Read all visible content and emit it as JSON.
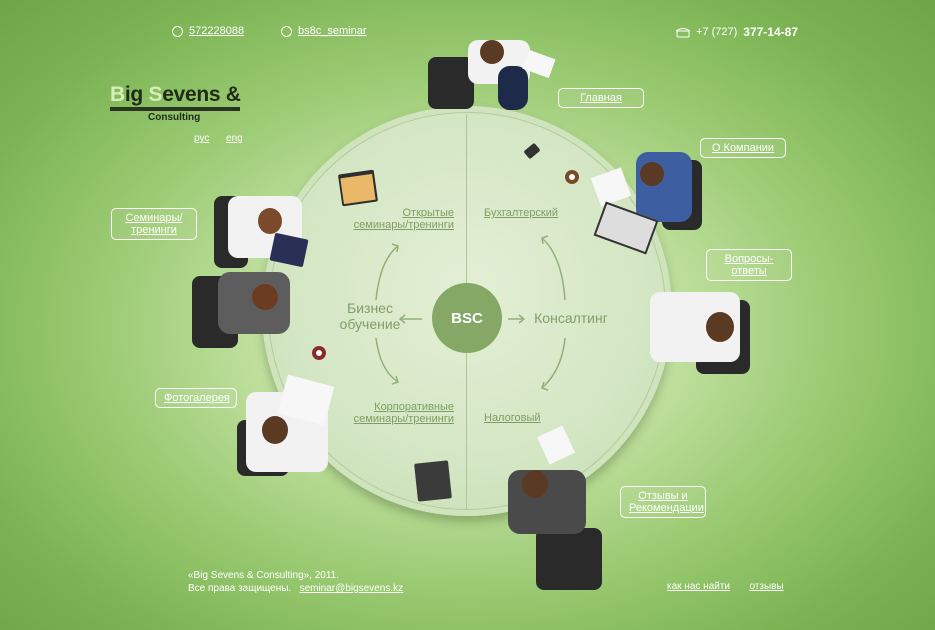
{
  "header": {
    "icq": "572228088",
    "skype": "bs8c_seminar",
    "phone_prefix": "+7 (727)",
    "phone_number": "377-14-87"
  },
  "logo": {
    "line1": "Big Sevens &",
    "line2": "Consulting",
    "brand_color": "#d6eeb8"
  },
  "languages": [
    "рус",
    "eng"
  ],
  "table": {
    "center": "BSC",
    "left_heading": "Бизнес обучение",
    "right_heading": "Консалтинг",
    "left_top_link": "Открытые семинары/тренинги",
    "left_bottom_link": "Корпоративные семинары/тренинги",
    "right_top_link": "Бухгалтерский",
    "right_bottom_link": "Налоговый"
  },
  "nav": {
    "home": "Главная",
    "about": "О Компании",
    "faq": "Вопросы-ответы",
    "seminars": "Семинары/ тренинги",
    "gallery": "Фотогалерея",
    "reviews": "Отзывы и Рекомендации"
  },
  "footer": {
    "copyright": "«Big Sevens & Consulting», 2011.",
    "rights": "Все права защищены.",
    "email": "seminar@bigsevens.kz",
    "find_us": "как нас найти",
    "feedback": "отзывы"
  },
  "icons": [
    "icq-icon",
    "skype-icon",
    "phone-icon"
  ],
  "colors": {
    "accent": "#85a866",
    "background": "#9ccb74"
  }
}
